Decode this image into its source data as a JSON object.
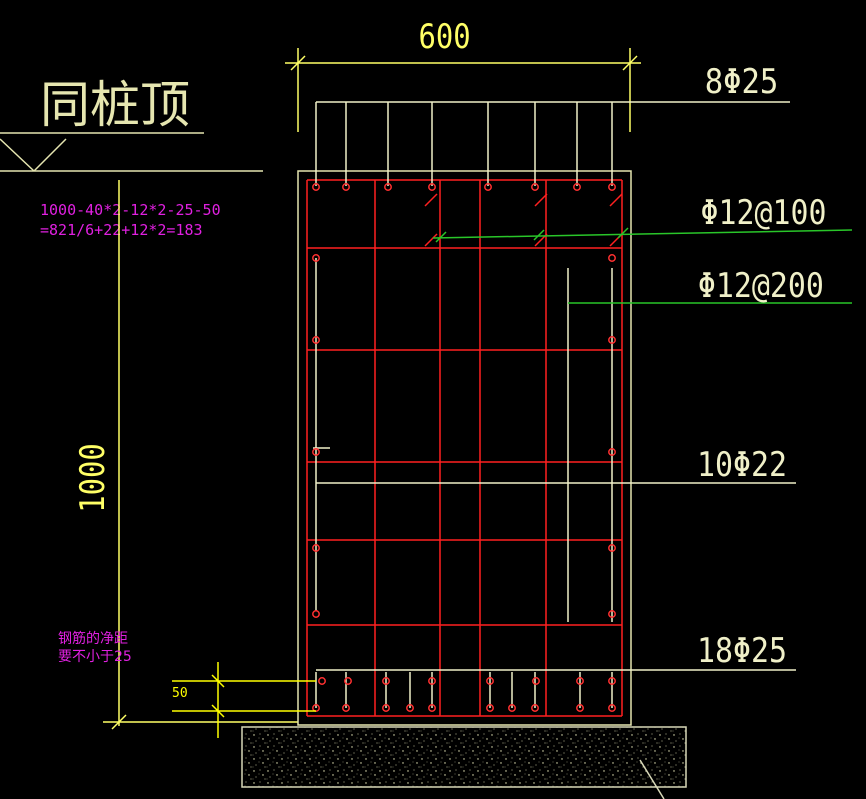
{
  "title_label": "同桩顶",
  "dims": {
    "width": "600",
    "height": "1000",
    "small": "50"
  },
  "rebar_labels": {
    "top_bars": "8Φ25",
    "stirrup_dense": "Φ12@100",
    "stirrup_sparse": "Φ12@200",
    "side_bars": "10Φ22",
    "bottom_bars": "18Φ25"
  },
  "calc_note": {
    "line1": "1000-40*2-12*2-25-50",
    "line2": "=821/6+22+12*2=183"
  },
  "spacing_note": {
    "line1": "钢筋的净距",
    "line2": "要不小于25"
  },
  "colors": {
    "background": "#000000",
    "dimension": "#ffff66",
    "rebar": "#ff2020",
    "outline": "#e6e6b0",
    "leader_green": "#29c629",
    "label_white": "#f0f0c8",
    "note_magenta": "#e020e0",
    "ground": "#d8d8b8",
    "accent_yellow": "#ffff00"
  }
}
